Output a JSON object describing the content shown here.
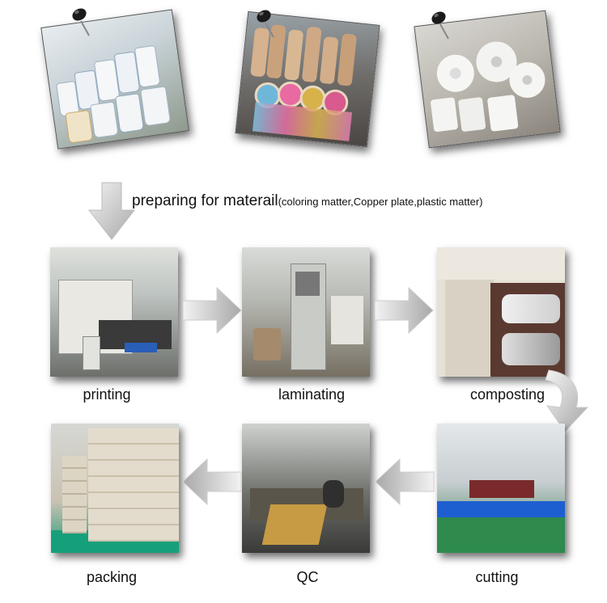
{
  "heading": {
    "main": "preparing for materail",
    "sub": "(coloring matter,Copper plate,plastic matter)"
  },
  "steps": {
    "printing": "printing",
    "laminating": "laminating",
    "composting": "composting",
    "packing": "packing",
    "qc": "QC",
    "cutting": "cutting"
  },
  "colors": {
    "arrow_fill": "#c8c8c8",
    "pin": "#1a1a1a"
  }
}
